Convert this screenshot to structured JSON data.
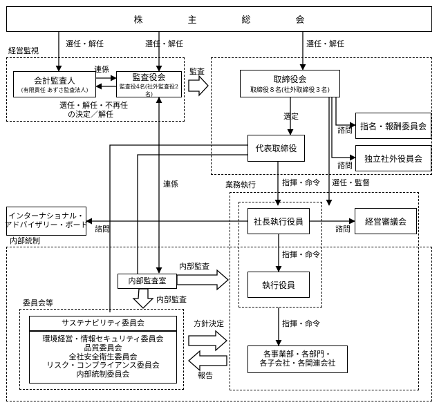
{
  "shareholders": {
    "label": "株　　　　　主　　　　　総　　　　　会"
  },
  "labels": {
    "elect_dismiss": "選任・解任",
    "keiei_kanshi": "経営監視",
    "renkei": "連係",
    "kansa": "監査",
    "elect_dismiss_reappoint": "選任・解任・不再任",
    "decision": "の決定／解任",
    "sentei": "選定",
    "shimon": "諮問",
    "gyomu_shikko": "業務執行",
    "shiki_meirei": "指揮・命令",
    "sennin_kantoku": "選任・監督",
    "naibu_tousei": "内部統制",
    "naibu_kansa": "内部監査",
    "iinkai_tou": "委員会等",
    "houshin_kettei": "方針決定",
    "houkoku": "報告"
  },
  "boxes": {
    "auditor": {
      "title": "会計監査人",
      "sub": "(有限責任 あずさ監査法人)"
    },
    "kansayaku": {
      "title": "監査役会",
      "sub": "監査役4名(社外監査役2名)"
    },
    "board": {
      "title": "取締役会",
      "sub": "取締役８名(社外取締役３名)"
    },
    "nominating": {
      "title": "指名・報酬委員会"
    },
    "independent": {
      "title": "独立社外役員会"
    },
    "representative": {
      "title": "代表取締役"
    },
    "international": {
      "line1": "インターナショナル・",
      "line2": "アドバイザリー・ボード"
    },
    "president": {
      "title": "社長執行役員"
    },
    "management": {
      "title": "経営審議会"
    },
    "officers": {
      "title": "執行役員"
    },
    "internal_audit": {
      "title": "内部監査室"
    },
    "sustainability": {
      "title": "サステナビリティ委員会"
    },
    "committees": [
      "環境経営・情報セキュリティ委員会",
      "品質委員会",
      "全社安全衛生委員会",
      "リスク・コンプライアンス委員会",
      "内部統制委員会"
    ],
    "divisions": {
      "line1": "各事業部・各部門・",
      "line2": "各子会社・各関連会社"
    }
  }
}
